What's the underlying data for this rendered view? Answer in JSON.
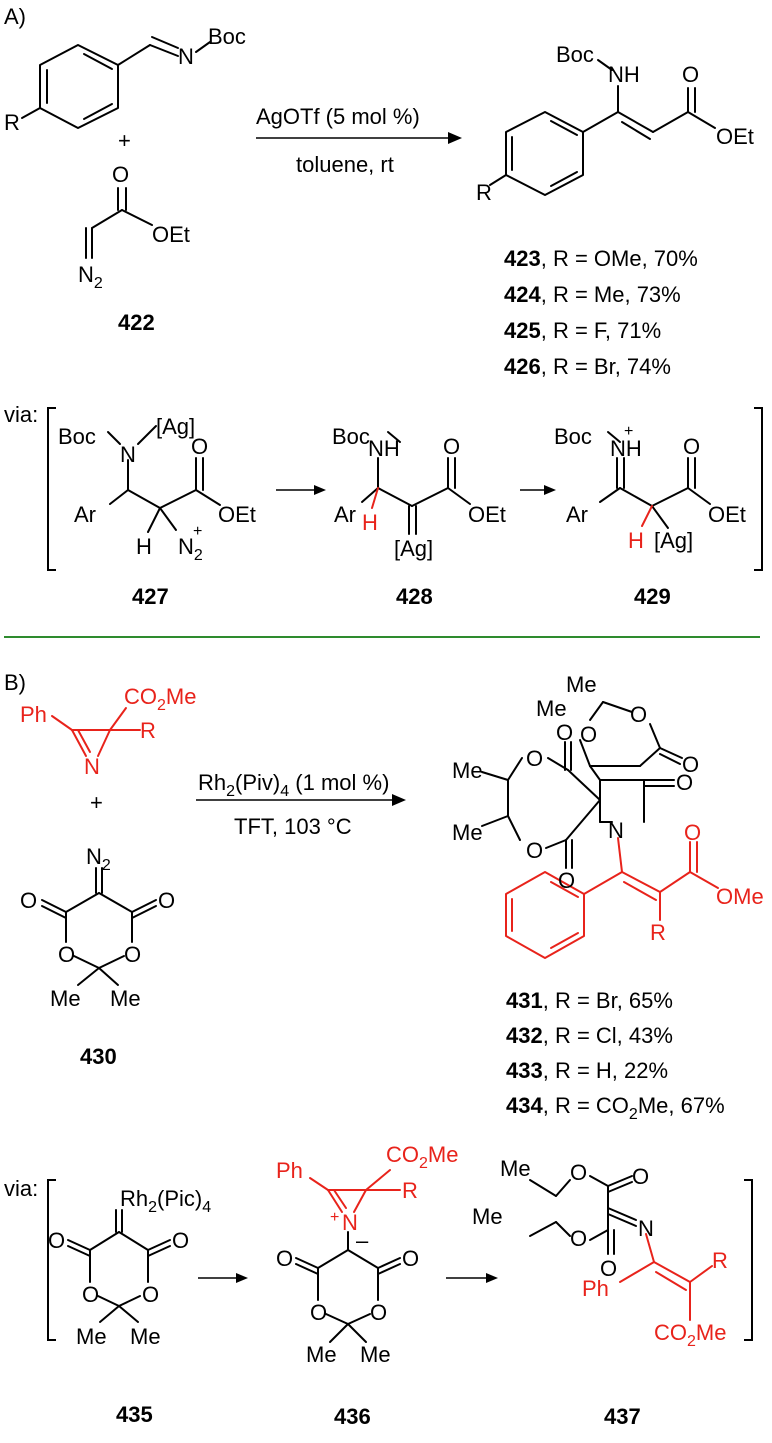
{
  "panelA": {
    "label": "A)",
    "reactant": {
      "N": "N",
      "Boc": "Boc",
      "R": "R"
    },
    "plus": "+",
    "diazo": {
      "O": "O",
      "OEt": "OEt",
      "N2": "N",
      "N2_sub": "2",
      "label": "422"
    },
    "arrow": {
      "reagent": "AgOTf (5 mol %)",
      "conditions": "toluene, rt"
    },
    "product": {
      "Boc": "Boc",
      "NH": "NH",
      "O": "O",
      "OEt": "OEt",
      "R": "R"
    },
    "results": [
      {
        "num": "423",
        "text": ", R = OMe, 70%"
      },
      {
        "num": "424",
        "text": ", R = Me, 73%"
      },
      {
        "num": "425",
        "text": ", R = F, 71%"
      },
      {
        "num": "426",
        "text": ", R = Br, 74%"
      }
    ],
    "via": "via:",
    "int427": {
      "Boc": "Boc",
      "N": "N",
      "Ag": "[Ag]",
      "O": "O",
      "OEt": "OEt",
      "Ar": "Ar",
      "H": "H",
      "N2": "N",
      "N2_sub": "2",
      "plus": "+",
      "label": "427"
    },
    "int428": {
      "Boc": "Boc",
      "NH": "NH",
      "O": "O",
      "OEt": "OEt",
      "Ar": "Ar",
      "H": "H",
      "Ag": "[Ag]",
      "label": "428"
    },
    "int429": {
      "Boc": "Boc",
      "NH": "NH",
      "plus": "+",
      "O": "O",
      "OEt": "OEt",
      "Ar": "Ar",
      "H": "H",
      "Ag": "[Ag]",
      "label": "429"
    }
  },
  "panelB": {
    "label": "B)",
    "azirine": {
      "Ph": "Ph",
      "CO2Me": "CO",
      "CO2Me_sub": "2",
      "CO2Me_end": "Me",
      "R": "R",
      "N": "N"
    },
    "plus": "+",
    "diazo430": {
      "N2": "N",
      "N2_sub": "2",
      "O": "O",
      "Me": "Me",
      "label": "430"
    },
    "arrow": {
      "reagent": "Rh",
      "reagent_sub": "2",
      "reagent_mid": "(Piv)",
      "reagent_sub2": "4",
      "reagent_end": " (1 mol %)",
      "conditions": "TFT, 103 °C"
    },
    "product": {
      "Me": "Me",
      "O": "O",
      "N": "N",
      "OMe": "OMe",
      "R": "R"
    },
    "results": [
      {
        "num": "431",
        "text": ", R = Br, 65%"
      },
      {
        "num": "432",
        "text": ", R = Cl, 43%"
      },
      {
        "num": "433",
        "text": ", R = H, 22%"
      },
      {
        "num": "434",
        "text": ", R = CO",
        "sub": "2",
        "end": "Me, 67%"
      }
    ],
    "via": "via:",
    "int435": {
      "Rh": "Rh",
      "Rh_sub": "2",
      "Rh_mid": "(Pic)",
      "Rh_sub2": "4",
      "O": "O",
      "Me": "Me",
      "label": "435"
    },
    "int436": {
      "Ph": "Ph",
      "CO2Me": "CO",
      "CO2Me_sub": "2",
      "CO2Me_end": "Me",
      "R": "R",
      "N": "N",
      "plus": "+",
      "minus": "–",
      "O": "O",
      "Me": "Me",
      "label": "436"
    },
    "int437": {
      "Me": "Me",
      "O": "O",
      "N": "N",
      "Ph": "Ph",
      "R": "R",
      "CO2Me": "CO",
      "CO2Me_sub": "2",
      "CO2Me_end": "Me",
      "label": "437"
    }
  }
}
